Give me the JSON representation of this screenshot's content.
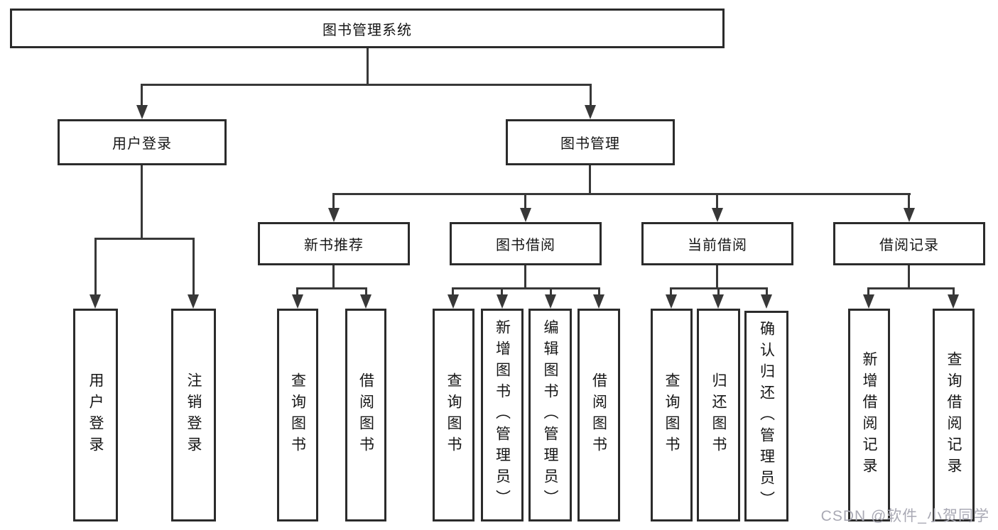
{
  "diagram": {
    "title": "图书管理系统",
    "root": "图书管理系统",
    "level2": {
      "user_login": "用户登录",
      "book_mgmt": "图书管理"
    },
    "level3": {
      "new_book_recommend": "新书推荐",
      "book_borrow": "图书借阅",
      "current_borrow": "当前借阅",
      "borrow_records": "借阅记录"
    },
    "leaves": {
      "user_login": [
        "用户登录",
        "注销登录"
      ],
      "new_book_recommend": [
        "查询图书",
        "借阅图书"
      ],
      "book_borrow": [
        "查询图书",
        "新增图书（管理员）",
        "编辑图书（管理员）",
        "借阅图书"
      ],
      "current_borrow": [
        "查询图书",
        "归还图书",
        "确认归还（管理员）"
      ],
      "borrow_records": [
        "新增借阅记录",
        "查询借阅记录"
      ]
    }
  },
  "watermark": "CSDN @软件_小贺同学",
  "colors": {
    "background": "#ffffff",
    "line": "#383838",
    "box_border": "#2b2b2b",
    "text": "#161616",
    "watermark": "#a9a9b4"
  }
}
